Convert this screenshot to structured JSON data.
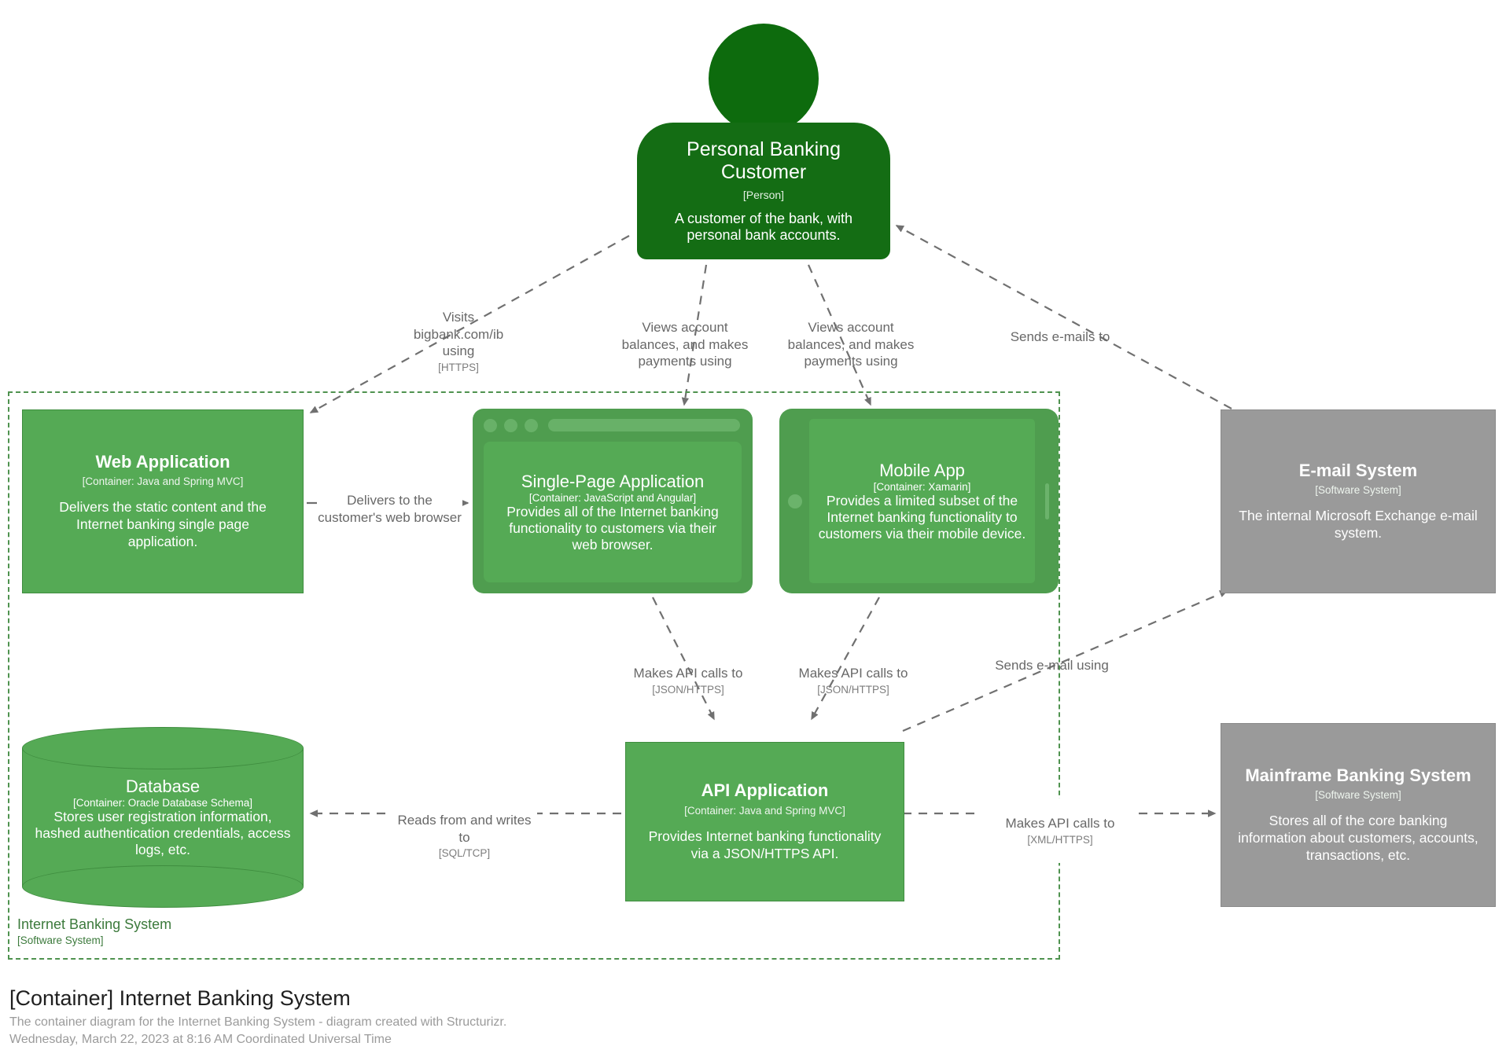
{
  "diagram": {
    "title": "[Container] Internet Banking System",
    "description": "The container diagram for the Internet Banking System - diagram created with Structurizr.",
    "timestamp": "Wednesday, March 22, 2023 at 8:16 AM Coordinated Universal Time",
    "boundary": {
      "name": "Internet Banking System",
      "type": "[Software System]",
      "color": "#3c7a3c"
    },
    "colors": {
      "person": "#146d14",
      "container": "#55aa55",
      "container_border": "#3f8d3f",
      "external_system": "#9a9a9a",
      "external_border": "#8a8a8a",
      "edge": "#707070",
      "label": "#686868"
    }
  },
  "nodes": {
    "person": {
      "name": "Personal Banking Customer",
      "type": "[Person]",
      "description": "A customer of the bank, with personal bank accounts."
    },
    "web_application": {
      "name": "Web Application",
      "type": "[Container: Java and Spring MVC]",
      "description": "Delivers the static content and the Internet banking single page application."
    },
    "single_page_application": {
      "name": "Single-Page Application",
      "type": "[Container: JavaScript and Angular]",
      "description": "Provides all of the Internet banking functionality to customers via their web browser."
    },
    "mobile_app": {
      "name": "Mobile App",
      "type": "[Container: Xamarin]",
      "description": "Provides a limited subset of the Internet banking functionality to customers via their mobile device."
    },
    "database": {
      "name": "Database",
      "type": "[Container: Oracle Database Schema]",
      "description": "Stores user registration information, hashed authentication credentials, access logs, etc."
    },
    "api_application": {
      "name": "API Application",
      "type": "[Container: Java and Spring MVC]",
      "description": "Provides Internet banking functionality via a JSON/HTTPS API."
    },
    "email_system": {
      "name": "E-mail System",
      "type": "[Software System]",
      "description": "The internal Microsoft Exchange e-mail system."
    },
    "mainframe_banking_system": {
      "name": "Mainframe Banking System",
      "type": "[Software System]",
      "description": "Stores all of the core banking information about customers, accounts, transactions, etc."
    }
  },
  "edges": {
    "customer_to_web": {
      "label": "Visits bigbank.com/ib using",
      "technology": "[HTTPS]"
    },
    "customer_to_spa": {
      "label": "Views account balances, and makes payments using",
      "technology": ""
    },
    "customer_to_mobile": {
      "label": "Views account balances, and makes payments using",
      "technology": ""
    },
    "email_to_customer": {
      "label": "Sends e-mails to",
      "technology": ""
    },
    "web_to_spa": {
      "label": "Delivers to the customer's web browser",
      "technology": ""
    },
    "spa_to_api": {
      "label": "Makes API calls to",
      "technology": "[JSON/HTTPS]"
    },
    "mobile_to_api": {
      "label": "Makes API calls to",
      "technology": "[JSON/HTTPS]"
    },
    "api_to_email": {
      "label": "Sends e-mail using",
      "technology": ""
    },
    "api_to_database": {
      "label": "Reads from and writes to",
      "technology": "[SQL/TCP]"
    },
    "api_to_mainframe": {
      "label": "Makes API calls to",
      "technology": "[XML/HTTPS]"
    }
  }
}
